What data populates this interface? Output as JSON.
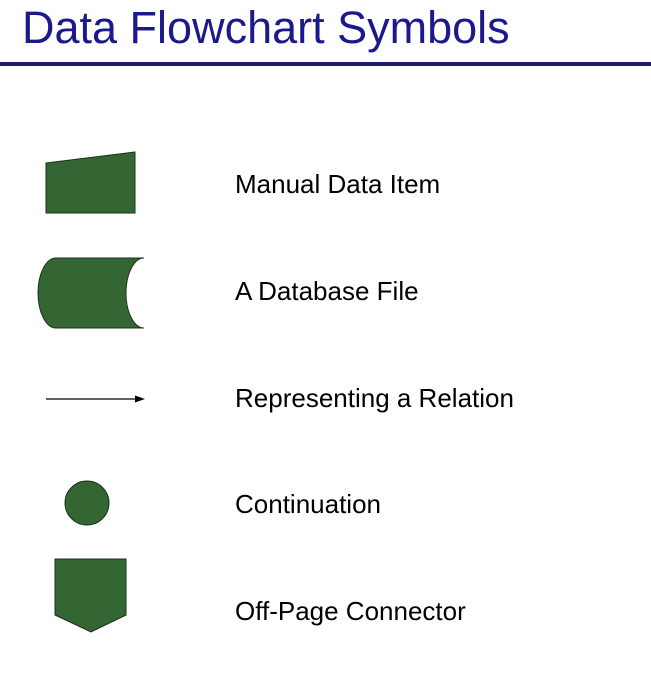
{
  "title": "Data Flowchart Symbols",
  "colors": {
    "title_text": "#1a1a8c",
    "rule": "#1a1a6e",
    "symbol_fill": "#336633",
    "symbol_stroke": "#1a331a"
  },
  "symbols": [
    {
      "icon": "manual-input-icon",
      "label": "Manual Data Item"
    },
    {
      "icon": "database-cylinder-icon",
      "label": "A Database File"
    },
    {
      "icon": "arrow-right-icon",
      "label": "Representing a Relation"
    },
    {
      "icon": "circle-connector-icon",
      "label": "Continuation"
    },
    {
      "icon": "off-page-connector-icon",
      "label": "Off-Page Connector"
    }
  ]
}
